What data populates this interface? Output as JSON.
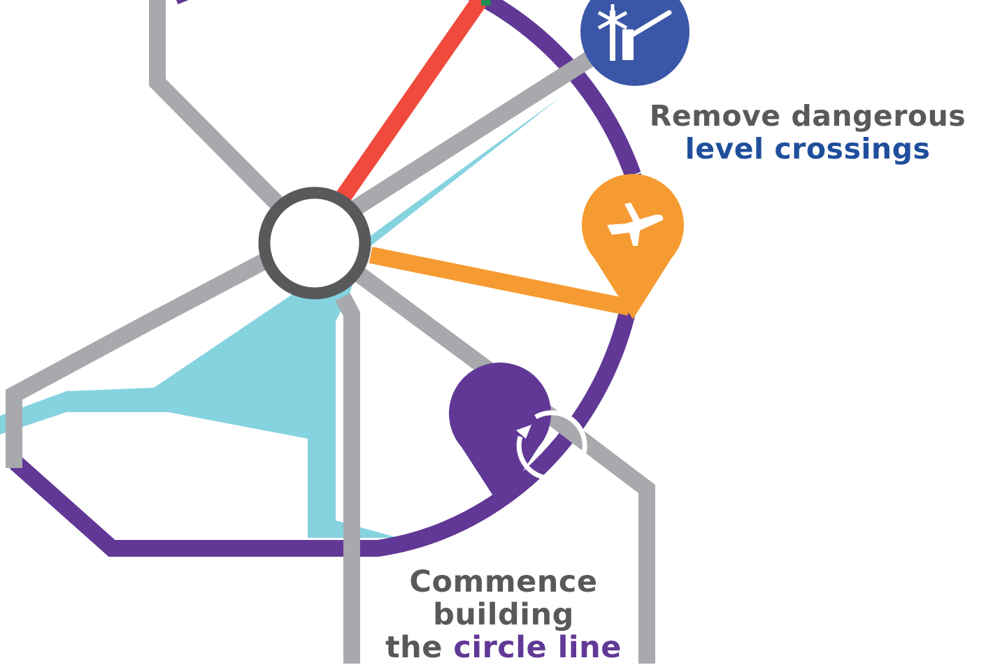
{
  "diagram": {
    "title": "Rail network map with project milestones",
    "colors": {
      "circle_line": "#613896",
      "grey_lines": "#a7a9ac",
      "red_line": "#ef4a3c",
      "airport_line": "#f59b32",
      "bay_water": "#86d3e0",
      "hub_ring": "#58595b",
      "crossing_icon_bg": "#3a57a7",
      "text_dark": "#58595b",
      "text_blue": "#1f4e9c",
      "text_purple": "#613896"
    },
    "hub": {
      "name": "central-station"
    },
    "markers": [
      {
        "id": "level-crossing",
        "icon": "level-crossing-barrier-icon",
        "shape": "circle",
        "color": "#3a57a7"
      },
      {
        "id": "airport",
        "icon": "airplane-icon",
        "shape": "map-pin",
        "color": "#f59b32"
      },
      {
        "id": "circle-line",
        "icon": "circular-arrow-icon",
        "shape": "map-pin",
        "color": "#613896"
      }
    ]
  },
  "labels": {
    "crossings": {
      "line1": "Remove dangerous",
      "line2": "level crossings"
    },
    "circle_line": {
      "line1": "Commence",
      "line2": "building",
      "line3_prefix": "the ",
      "line3_highlight": "circle line"
    }
  }
}
